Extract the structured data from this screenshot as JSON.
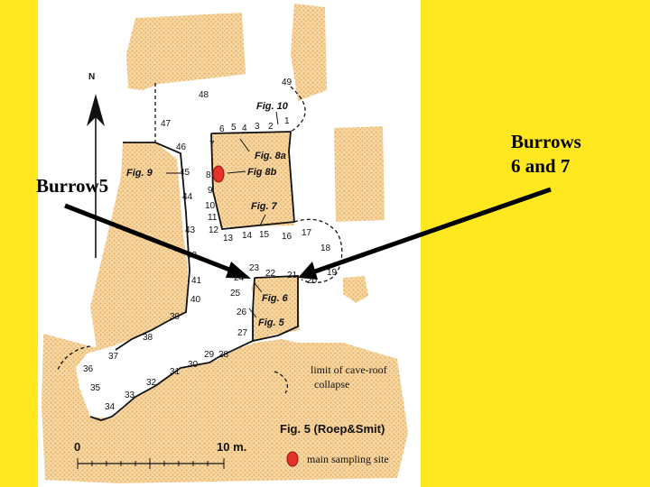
{
  "annotations": {
    "burrow5": "Burrow5",
    "burrows67_line1": "Burrows",
    "burrows67_line2": "6 and 7"
  },
  "map": {
    "north": "N",
    "figure_caption": "Fig. 5 (Roep&Smit)",
    "limit_note_line1": "limit of cave-roof",
    "limit_note_line2": "collapse",
    "legend_sampling": "main sampling site",
    "scale_start": "0",
    "scale_end": "10 m.",
    "fig_labels": {
      "fig10": "Fig. 10",
      "fig8a": "Fig. 8a",
      "fig8b": "Fig 8b",
      "fig9": "Fig. 9",
      "fig7": "Fig. 7",
      "fig6": "Fig. 6",
      "fig5": "Fig. 5"
    },
    "points": {
      "p1": "1",
      "p2": "2",
      "p3": "3",
      "p4": "4",
      "p5": "5",
      "p6": "6",
      "p7": "7",
      "p8": "8",
      "p9": "9",
      "p10": "10",
      "p11": "11",
      "p12": "12",
      "p13": "13",
      "p14": "14",
      "p15": "15",
      "p16": "16",
      "p17": "17",
      "p18": "18",
      "p19": "19",
      "p20": "20",
      "p21": "21",
      "p22": "22",
      "p23": "23",
      "p24": "24",
      "p25": "25",
      "p26": "26",
      "p27": "27",
      "p28": "28",
      "p29": "29",
      "p30": "30",
      "p31": "31",
      "p32": "32",
      "p33": "33",
      "p34": "34",
      "p35": "35",
      "p36": "36",
      "p37": "37",
      "p38": "38",
      "p39": "39",
      "p40": "40",
      "p41": "41",
      "p42": "42",
      "p43": "43",
      "p44": "44",
      "p45": "45",
      "p46": "46",
      "p47": "47",
      "p48": "48",
      "p49": "49"
    }
  },
  "colors": {
    "background": "#ffe81f",
    "rock": "#f3c98a",
    "sampling_site": "#e8302a"
  }
}
